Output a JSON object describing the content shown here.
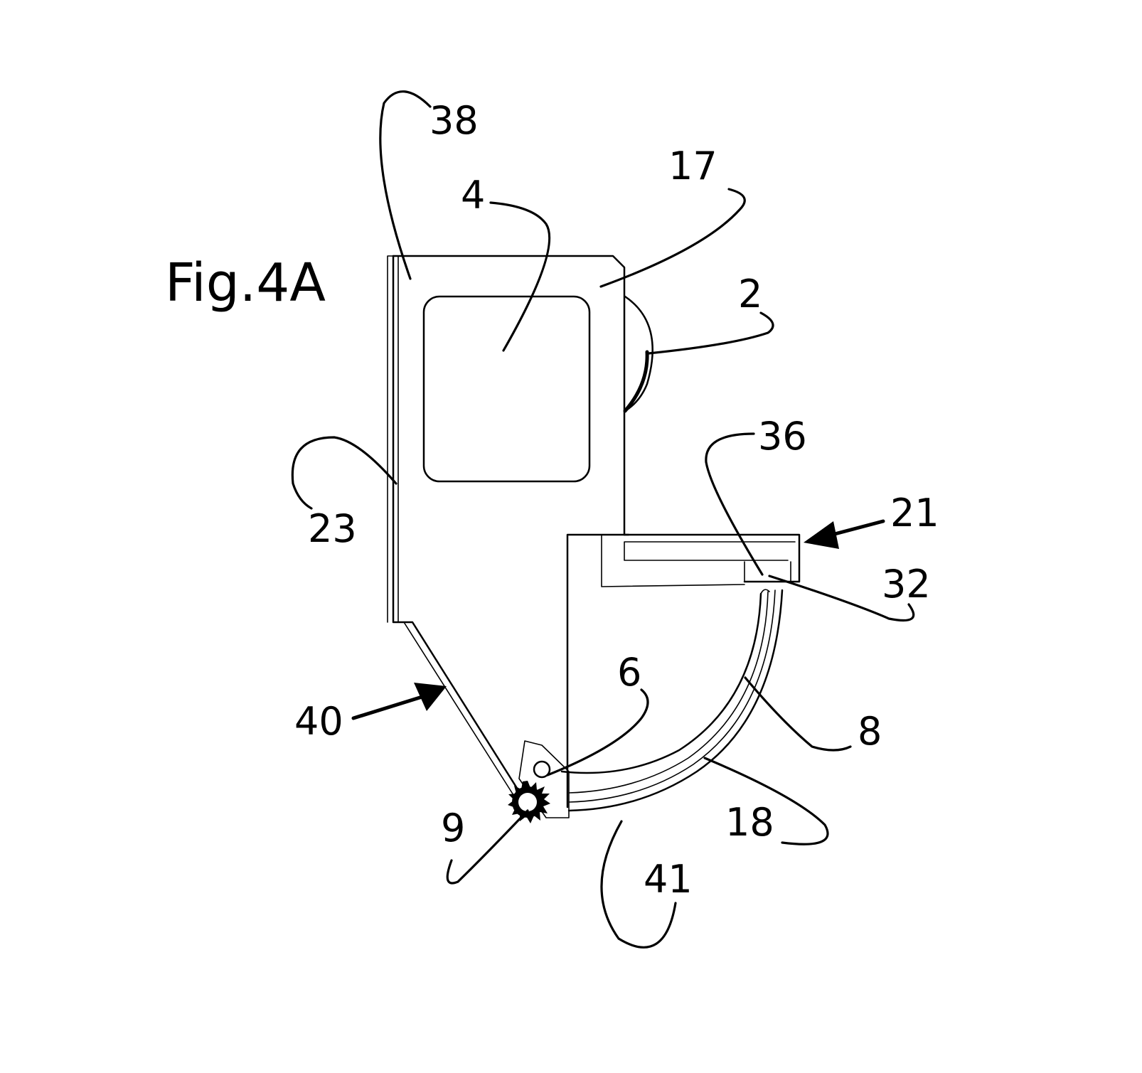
{
  "figure": {
    "title": "Fig.4A",
    "labels": {
      "n38": "38",
      "n4": "4",
      "n17": "17",
      "n2": "2",
      "n23": "23",
      "n36": "36",
      "n21": "21",
      "n32": "32",
      "n6": "6",
      "n40": "40",
      "n8": "8",
      "n9": "9",
      "n18": "18",
      "n41": "41"
    }
  }
}
